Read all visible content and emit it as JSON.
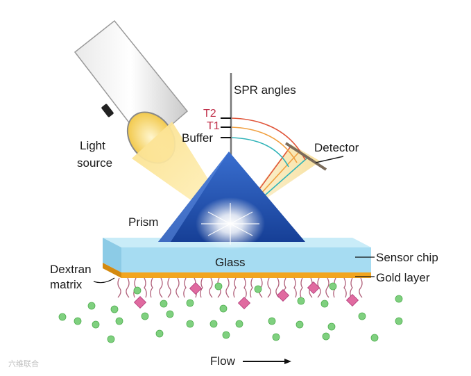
{
  "labels": {
    "spr_angles": "SPR angles",
    "t2": "T2",
    "t1": "T1",
    "buffer": "Buffer",
    "detector": "Detector",
    "light_source_line1": "Light",
    "light_source_line2": "source",
    "prism": "Prism",
    "glass": "Glass",
    "sensor_chip": "Sensor chip",
    "gold_layer": "Gold layer",
    "dextran_line1": "Dextran",
    "dextran_line2": "matrix",
    "flow": "Flow",
    "watermark": "六维联合"
  },
  "colors": {
    "prism_blue": "#1f4fa8",
    "glass_top": "#c9ecf8",
    "glass_front": "#a6dcf2",
    "gold": "#f2a51f",
    "light_beam": "#f7d36a",
    "ray_red": "#e0553a",
    "ray_orange": "#f0a040",
    "ray_teal": "#2fb3b8",
    "dextran": "#b0607a",
    "analyte_green": "#7fd07f",
    "ligand_pink": "#e06aa0",
    "label_red": "#c0304a"
  },
  "icons": [
    "arrow-right-icon",
    "flashlight-icon"
  ]
}
